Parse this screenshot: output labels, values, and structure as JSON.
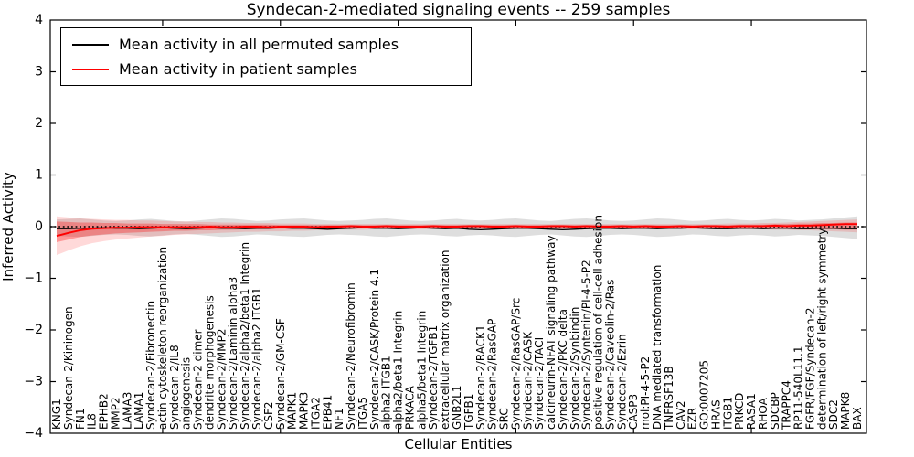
{
  "figure": {
    "title": "Syndecan-2-mediated signaling events -- 259 samples",
    "xlabel": "Cellular Entities",
    "ylabel": "Inferred Activity"
  },
  "chart_data": {
    "type": "line",
    "title": "Syndecan-2-mediated signaling events -- 259 samples",
    "xlabel": "Cellular Entities",
    "ylabel": "Inferred Activity",
    "ylim": [
      -4,
      4
    ],
    "yticks": [
      4,
      3,
      2,
      1,
      0,
      -1,
      -2,
      -3,
      -4
    ],
    "ytick_labels": [
      "4",
      "3",
      "2",
      "1",
      "0",
      "−1",
      "−2",
      "−3",
      "−4"
    ],
    "x_major_tick_indices": [
      9,
      19,
      29,
      39,
      49,
      59
    ],
    "grid": false,
    "legend_position": "upper left",
    "zero_line": {
      "y": 0,
      "style": "dotted",
      "color": "#000000"
    },
    "categories": [
      "KNG1",
      "Syndecan-2/Kininogen",
      "FN1",
      "IL8",
      "EPHB2",
      "MMP2",
      "LAMA3",
      "LAMA1",
      "Syndecan-2/Fibronectin",
      "actin cytoskeleton reorganization",
      "Syndecan-2/IL8",
      "angiogenesis",
      "Syndecan-2 dimer",
      "dendrite morphogenesis",
      "Syndecan-2/MMP2",
      "Syndecan-2/Laminin alpha3",
      "Syndecan-2/alpha2/beta1 Integrin",
      "Syndecan-2/alpha2 ITGB1",
      "CSF2",
      "Syndecan-2/GM-CSF",
      "MAPK1",
      "MAPK3",
      "ITGA2",
      "EPB41",
      "NF1",
      "Syndecan-2/Neurofibromin",
      "ITGA5",
      "Syndecan-2/CASK/Protein 4.1",
      "alpha2 ITGB1",
      "alpha2/beta1 Integrin",
      "PRKACA",
      "alpha5/beta1 Integrin",
      "Syndecan-2/TGFB1",
      "extracellular matrix organization",
      "GNB2L1",
      "TGFB1",
      "Syndecan-2/RACK1",
      "Syndecan-2/RasGAP",
      "SRC",
      "Syndecan-2/RasGAP/Src",
      "Syndecan-2/CASK",
      "Syndecan-2/TACI",
      "calcineurin-NFAT signaling pathway",
      "Syndecan-2/PKC delta",
      "Syndecan-2/Synbindin",
      "Syndecan-2/Syntenin/PI-4-5-P2",
      "positive regulation of cell-cell adhesion",
      "Syndecan-2/Caveolin-2/Ras",
      "Syndecan-2/Ezrin",
      "CASP3",
      "mol:PI-4-5-P2",
      "DNA mediated transformation",
      "TNFRSF13B",
      "CAV2",
      "EZR",
      "GO:0007205",
      "HRAS",
      "ITGB1",
      "PRKCD",
      "RASA1",
      "RHOA",
      "SDCBP",
      "TRAPPC4",
      "RP11-540L11.1",
      "FGFR/FGF/Syndecan-2",
      "determination of left/right symmetry",
      "SDC2",
      "MAPK8",
      "BAX"
    ],
    "series": [
      {
        "name": "Mean activity in all permuted samples",
        "color": "#000000",
        "values": [
          -0.04,
          -0.04,
          -0.03,
          -0.03,
          -0.02,
          -0.03,
          -0.03,
          -0.04,
          -0.03,
          -0.02,
          -0.03,
          -0.04,
          -0.03,
          -0.02,
          -0.03,
          -0.03,
          -0.04,
          -0.03,
          -0.03,
          -0.02,
          -0.03,
          -0.03,
          -0.04,
          -0.05,
          -0.04,
          -0.03,
          -0.02,
          -0.03,
          -0.03,
          -0.04,
          -0.03,
          -0.02,
          -0.03,
          -0.04,
          -0.03,
          -0.05,
          -0.06,
          -0.05,
          -0.04,
          -0.03,
          -0.03,
          -0.04,
          -0.05,
          -0.06,
          -0.05,
          -0.04,
          -0.03,
          -0.03,
          -0.04,
          -0.03,
          -0.03,
          -0.04,
          -0.03,
          -0.03,
          -0.02,
          -0.03,
          -0.04,
          -0.04,
          -0.03,
          -0.03,
          -0.04,
          -0.03,
          -0.03,
          -0.04,
          -0.04,
          -0.03,
          -0.03,
          -0.04,
          -0.04
        ]
      },
      {
        "name": "Mean activity in patient samples",
        "color": "#ff0000",
        "values": [
          -0.18,
          -0.12,
          -0.07,
          -0.04,
          -0.03,
          -0.02,
          -0.02,
          -0.01,
          -0.01,
          -0.01,
          -0.01,
          -0.01,
          -0.01,
          0.0,
          -0.01,
          -0.01,
          0.0,
          0.0,
          -0.01,
          0.0,
          0.0,
          0.0,
          -0.01,
          0.0,
          0.0,
          0.01,
          0.0,
          0.0,
          0.01,
          0.0,
          0.0,
          0.0,
          0.01,
          0.0,
          0.0,
          0.01,
          0.01,
          0.0,
          0.0,
          0.01,
          0.0,
          0.0,
          0.01,
          0.01,
          0.0,
          0.01,
          0.0,
          0.0,
          0.01,
          0.0,
          0.01,
          0.0,
          0.0,
          0.01,
          0.0,
          0.01,
          0.01,
          0.0,
          0.01,
          0.01,
          0.01,
          0.02,
          0.01,
          0.02,
          0.02,
          0.03,
          0.04,
          0.05,
          0.05
        ]
      }
    ],
    "bands": [
      {
        "name": "permuted-range",
        "color": "#000000",
        "opacity": 0.13,
        "upper": [
          0.14,
          0.15,
          0.16,
          0.14,
          0.12,
          0.11,
          0.12,
          0.14,
          0.15,
          0.13,
          0.11,
          0.1,
          0.12,
          0.14,
          0.16,
          0.15,
          0.13,
          0.11,
          0.12,
          0.14,
          0.15,
          0.16,
          0.14,
          0.12,
          0.11,
          0.12,
          0.13,
          0.15,
          0.16,
          0.14,
          0.12,
          0.11,
          0.12,
          0.14,
          0.15,
          0.13,
          0.12,
          0.13,
          0.15,
          0.16,
          0.14,
          0.12,
          0.11,
          0.13,
          0.15,
          0.16,
          0.14,
          0.12,
          0.11,
          0.12,
          0.14,
          0.16,
          0.15,
          0.13,
          0.11,
          0.12,
          0.14,
          0.15,
          0.13,
          0.12,
          0.13,
          0.15,
          0.14,
          0.12,
          0.13,
          0.14,
          0.16,
          0.18,
          0.2
        ],
        "lower": [
          -0.18,
          -0.19,
          -0.2,
          -0.18,
          -0.16,
          -0.15,
          -0.16,
          -0.18,
          -0.19,
          -0.17,
          -0.15,
          -0.14,
          -0.16,
          -0.18,
          -0.2,
          -0.19,
          -0.17,
          -0.15,
          -0.16,
          -0.18,
          -0.19,
          -0.2,
          -0.18,
          -0.16,
          -0.15,
          -0.16,
          -0.17,
          -0.19,
          -0.2,
          -0.18,
          -0.16,
          -0.15,
          -0.16,
          -0.18,
          -0.19,
          -0.17,
          -0.16,
          -0.17,
          -0.19,
          -0.2,
          -0.18,
          -0.16,
          -0.15,
          -0.17,
          -0.19,
          -0.2,
          -0.18,
          -0.16,
          -0.15,
          -0.16,
          -0.18,
          -0.2,
          -0.19,
          -0.17,
          -0.15,
          -0.16,
          -0.18,
          -0.19,
          -0.17,
          -0.16,
          -0.17,
          -0.19,
          -0.18,
          -0.16,
          -0.17,
          -0.18,
          -0.2,
          -0.22,
          -0.24
        ]
      },
      {
        "name": "patient-range-outer",
        "color": "#ff0000",
        "opacity": 0.15,
        "upper": [
          0.2,
          0.18,
          0.16,
          0.15,
          0.14,
          0.13,
          0.13,
          0.12,
          0.12,
          0.11,
          0.1,
          0.1,
          0.09,
          0.09,
          0.08,
          0.08,
          0.07,
          0.07,
          0.07,
          0.06,
          0.06,
          0.06,
          0.05,
          0.05,
          0.05,
          0.05,
          0.05,
          0.05,
          0.05,
          0.05,
          0.05,
          0.05,
          0.05,
          0.05,
          0.05,
          0.05,
          0.05,
          0.05,
          0.05,
          0.05,
          0.05,
          0.05,
          0.05,
          0.05,
          0.05,
          0.05,
          0.05,
          0.05,
          0.05,
          0.05,
          0.05,
          0.05,
          0.05,
          0.05,
          0.05,
          0.05,
          0.05,
          0.06,
          0.06,
          0.06,
          0.07,
          0.07,
          0.08,
          0.09,
          0.1,
          0.11,
          0.12,
          0.13,
          0.14
        ],
        "lower": [
          -0.55,
          -0.46,
          -0.38,
          -0.32,
          -0.28,
          -0.25,
          -0.23,
          -0.21,
          -0.19,
          -0.18,
          -0.16,
          -0.15,
          -0.14,
          -0.13,
          -0.12,
          -0.11,
          -0.1,
          -0.1,
          -0.09,
          -0.09,
          -0.08,
          -0.08,
          -0.07,
          -0.07,
          -0.06,
          -0.06,
          -0.06,
          -0.05,
          -0.05,
          -0.05,
          -0.05,
          -0.05,
          -0.05,
          -0.05,
          -0.05,
          -0.05,
          -0.05,
          -0.05,
          -0.05,
          -0.05,
          -0.05,
          -0.05,
          -0.05,
          -0.05,
          -0.05,
          -0.05,
          -0.05,
          -0.05,
          -0.05,
          -0.05,
          -0.05,
          -0.05,
          -0.05,
          -0.05,
          -0.05,
          -0.05,
          -0.05,
          -0.05,
          -0.05,
          -0.05,
          -0.05,
          -0.06,
          -0.06,
          -0.07,
          -0.07,
          -0.08,
          -0.09,
          -0.1,
          -0.11
        ]
      },
      {
        "name": "patient-range-inner",
        "color": "#ff0000",
        "opacity": 0.3,
        "upper": [
          0.1,
          0.09,
          0.08,
          0.08,
          0.07,
          0.07,
          0.06,
          0.06,
          0.06,
          0.05,
          0.05,
          0.05,
          0.05,
          0.04,
          0.04,
          0.04,
          0.04,
          0.04,
          0.04,
          0.03,
          0.03,
          0.03,
          0.03,
          0.03,
          0.03,
          0.03,
          0.03,
          0.03,
          0.03,
          0.03,
          0.03,
          0.03,
          0.03,
          0.03,
          0.03,
          0.03,
          0.03,
          0.03,
          0.03,
          0.03,
          0.03,
          0.03,
          0.03,
          0.03,
          0.03,
          0.03,
          0.03,
          0.03,
          0.03,
          0.03,
          0.03,
          0.03,
          0.03,
          0.03,
          0.03,
          0.03,
          0.03,
          0.03,
          0.04,
          0.04,
          0.04,
          0.05,
          0.05,
          0.06,
          0.06,
          0.07,
          0.07,
          0.08,
          0.08
        ],
        "lower": [
          -0.3,
          -0.25,
          -0.2,
          -0.17,
          -0.15,
          -0.13,
          -0.12,
          -0.11,
          -0.1,
          -0.09,
          -0.08,
          -0.08,
          -0.07,
          -0.07,
          -0.06,
          -0.06,
          -0.05,
          -0.05,
          -0.05,
          -0.04,
          -0.04,
          -0.04,
          -0.04,
          -0.03,
          -0.03,
          -0.03,
          -0.03,
          -0.03,
          -0.03,
          -0.03,
          -0.03,
          -0.03,
          -0.03,
          -0.03,
          -0.03,
          -0.03,
          -0.03,
          -0.03,
          -0.03,
          -0.03,
          -0.03,
          -0.03,
          -0.03,
          -0.03,
          -0.03,
          -0.03,
          -0.03,
          -0.03,
          -0.03,
          -0.03,
          -0.03,
          -0.03,
          -0.03,
          -0.03,
          -0.03,
          -0.03,
          -0.03,
          -0.03,
          -0.03,
          -0.03,
          -0.04,
          -0.04,
          -0.04,
          -0.04,
          -0.05,
          -0.05,
          -0.05,
          -0.06,
          -0.06
        ]
      }
    ]
  }
}
